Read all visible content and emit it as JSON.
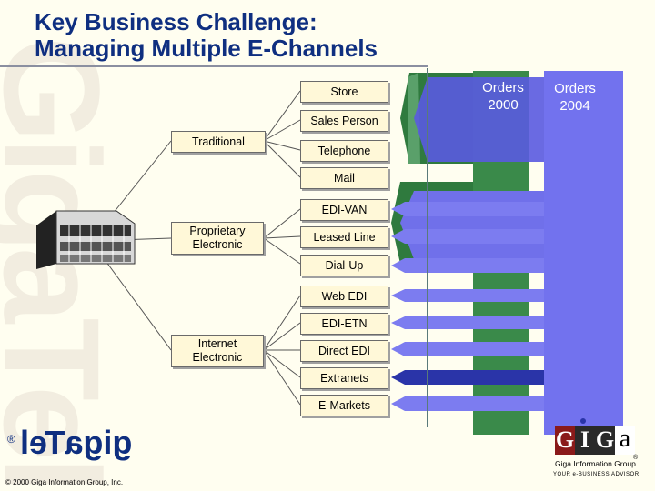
{
  "title": {
    "line1": "Key Business Challenge:",
    "line2": "Managing Multiple E-Channels"
  },
  "watermark": "GigaTel",
  "categories": {
    "traditional": "Traditional",
    "proprietary": "Proprietary\nElectronic",
    "internet": "Internet\nElectronic"
  },
  "channels": [
    "Store",
    "Sales Person",
    "Telephone",
    "Mail",
    "EDI-VAN",
    "Leased Line",
    "Dial-Up",
    "Web EDI",
    "EDI-ETN",
    "Direct EDI",
    "Extranets",
    "E-Markets"
  ],
  "columns": {
    "orders_2000": "Orders\n2000",
    "orders_2004": "Orders\n2004"
  },
  "logo_left": {
    "text": "gigaTel",
    "registered": "®"
  },
  "logo_right": {
    "letters": [
      "G",
      "I",
      "G",
      "a"
    ],
    "company": "Giga Information Group",
    "tagline": "YOUR e-BUSINESS ADVISOR",
    "mark": "®"
  },
  "copyright": "© 2000 Giga Information Group, Inc.",
  "colors": {
    "title": "#0f2f80",
    "green": "#3a8a4a",
    "blue": "#6a6ae6",
    "navy": "#3a40c0",
    "box_fill": "#fff8d8"
  }
}
